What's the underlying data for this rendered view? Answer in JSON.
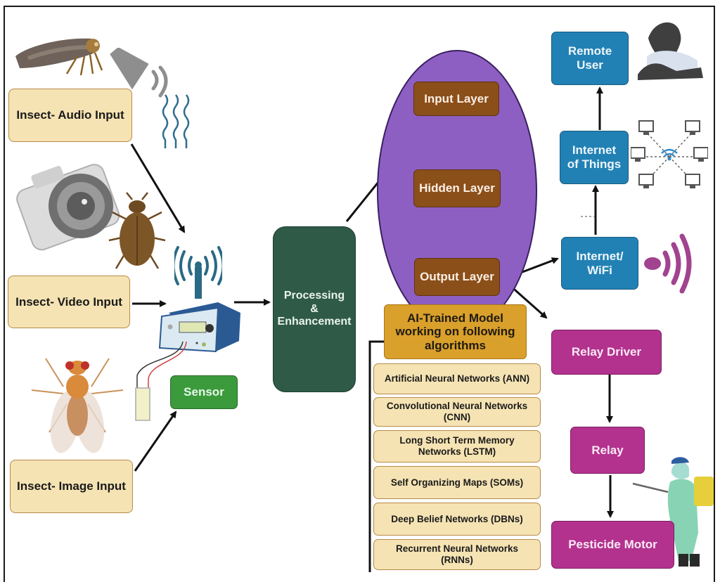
{
  "inputs": {
    "audio": "Insect- Audio  Input",
    "video": "Insect- Video Input",
    "image": "Insect- Image  Input"
  },
  "sensor": "Sensor",
  "processing": {
    "line1": "Processing",
    "line2": "&",
    "line3": "Enhancement"
  },
  "neural_network": {
    "input_layer": "Input Layer",
    "hidden_layer": "Hidden Layer",
    "output_layer": "Output Layer",
    "color": "#8e5fc2"
  },
  "ai_model": {
    "line1": "AI-Trained Model",
    "line2": "working on following",
    "line3": "algorithms"
  },
  "algorithms": [
    {
      "line1": "Artificial Neural Networks (ANN)",
      "line2": ""
    },
    {
      "line1": "Convolutional Neural Networks",
      "line2": "(CNN)"
    },
    {
      "line1": "Long Short Term Memory",
      "line2": "Networks (LSTM)"
    },
    {
      "line1": "Self Organizing Maps (SOMs)",
      "line2": ""
    },
    {
      "line1": "Deep Belief Networks (DBNs)",
      "line2": ""
    },
    {
      "line1": "Recurrent Neural Networks",
      "line2": "(RNNs)"
    }
  ],
  "network": {
    "remote_user": {
      "line1": "Remote",
      "line2": "User"
    },
    "iot": {
      "line1": "Internet",
      "line2": "of Things"
    },
    "wifi": {
      "line1": "Internet/",
      "line2": "WiFi"
    }
  },
  "actuation": {
    "relay_driver": "Relay Driver",
    "relay": "Relay",
    "pesticide_motor": "Pesticide Motor"
  },
  "icons": [
    "leafhopper-insect-icon",
    "microphone-icon",
    "sound-wave-icon",
    "camera-icon",
    "beetle-icon",
    "fruit-fly-icon",
    "antenna-icon",
    "sensor-device-icon",
    "electrode-probe-icon",
    "person-writing-icon",
    "iot-network-icon",
    "wifi-signal-icon",
    "pesticide-sprayer-worker-icon"
  ]
}
